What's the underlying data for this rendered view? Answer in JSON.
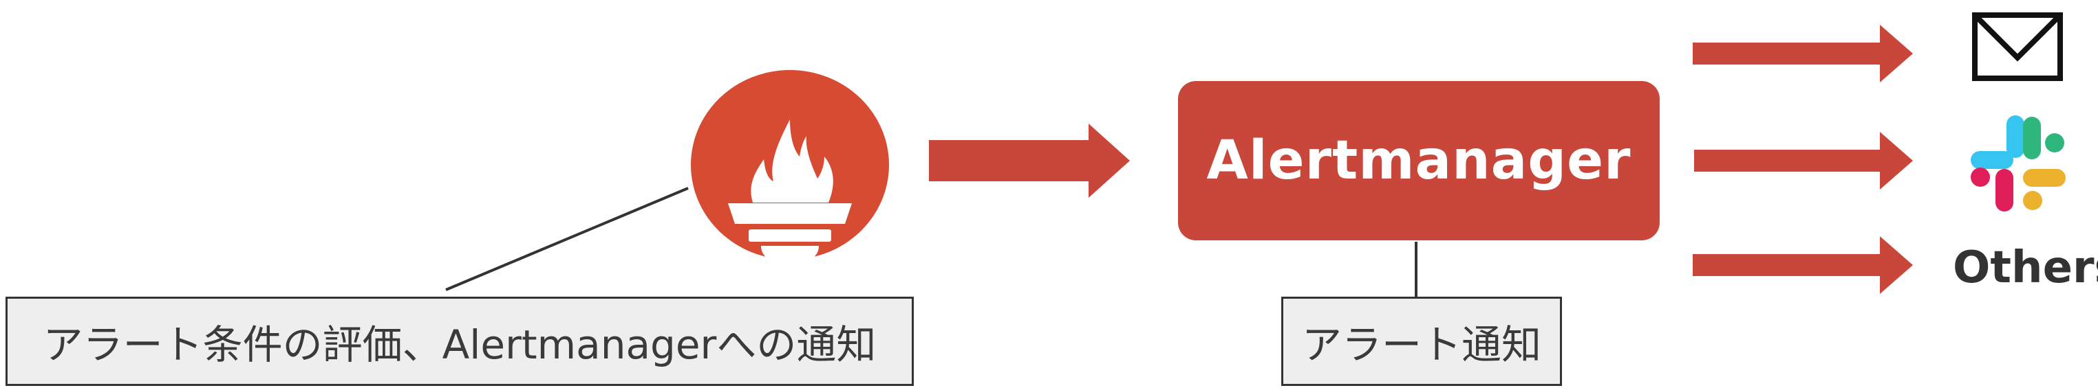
{
  "nodes": {
    "prometheus": {
      "icon": "prometheus-logo-icon"
    },
    "alertmanager": {
      "label": "Alertmanager"
    },
    "destinations": {
      "email": {
        "icon": "mail-envelope-icon"
      },
      "slack": {
        "icon": "slack-logo-icon"
      },
      "others": {
        "label": "Others"
      }
    }
  },
  "callouts": {
    "prometheus_note": "アラート条件の評価、Alertmanagerへの通知",
    "alertmanager_note": "アラート通知"
  },
  "colors": {
    "accent": "#c8473a",
    "prometheus_logo": "#d84b33",
    "callout_bg": "#eeeeee",
    "text_dark": "#333333",
    "slack_blue": "#36c5f0",
    "slack_green": "#2eb67d",
    "slack_red": "#e01e5a",
    "slack_yellow": "#ecb22e"
  }
}
